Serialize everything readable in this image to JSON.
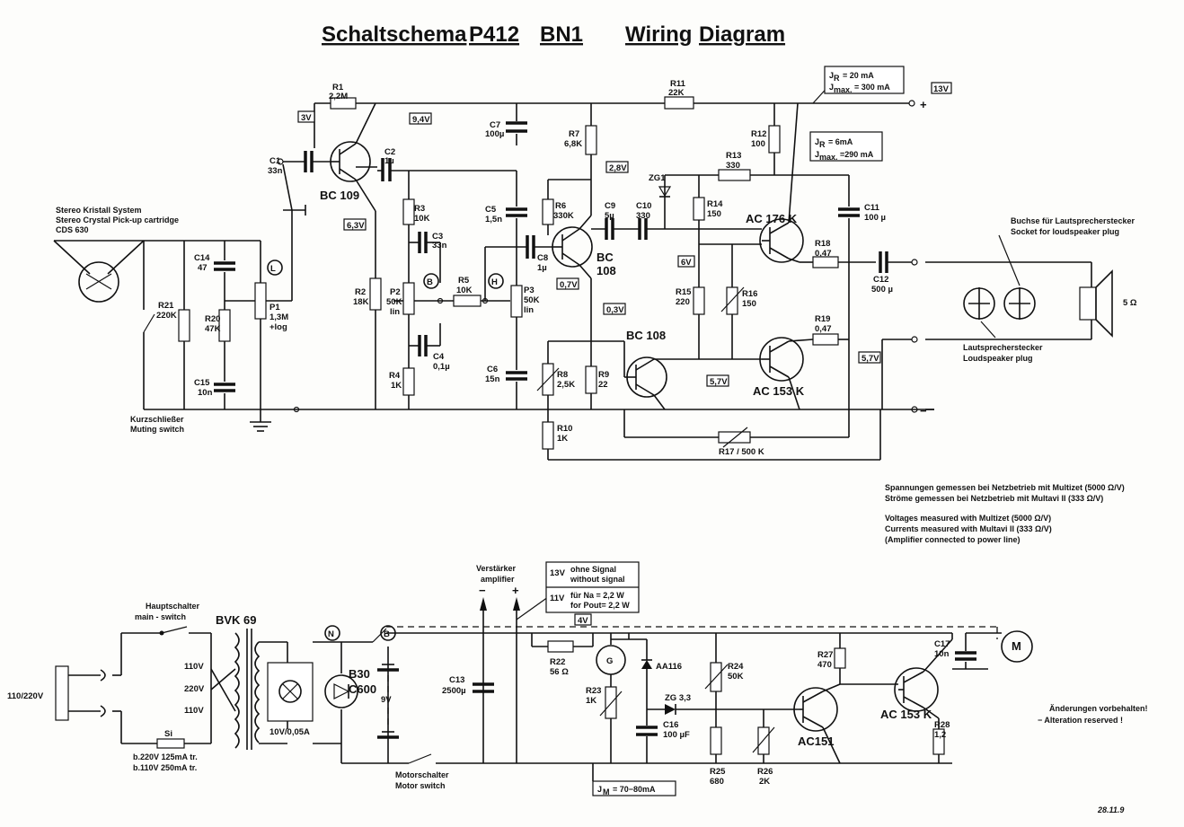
{
  "title": {
    "part1": "Schaltschema",
    "part2": "P412",
    "part3": "BN1",
    "part4": "Wiring",
    "part5": "Diagram"
  },
  "power_note": {
    "jr": "J",
    "jr_sub": "R",
    "jr_val": "= 20 mA",
    "jmax": "J",
    "jmax_sub": "max.",
    "jmax_val": "= 300 mA",
    "supply": "13V",
    "plus": "+"
  },
  "out_note": {
    "jr": "J",
    "jr_sub": "R",
    "jr_val": "= 6mA",
    "jmax": "J",
    "jmax_sub": "max.",
    "jmax_val": "=290 mA"
  },
  "cartridge": {
    "line1": "Stereo Kristall System",
    "line2": "Stereo Crystal Pick-up cartridge",
    "line3": "CDS 630"
  },
  "muting": {
    "line1": "Kurzschließer",
    "line2": "Muting switch"
  },
  "loudspeaker": {
    "socket1": "Buchse für Lautsprecherstecker",
    "socket2": "Socket for loudspeaker plug",
    "plug1": "Lautsprecherstecker",
    "plug2": "Loudspeaker plug",
    "imp": "5 Ω"
  },
  "measure_note": {
    "l1": "Spannungen gemessen bei Netzbetrieb mit Multizet (5000 Ω/V)",
    "l2": "Ströme   gemessen  bei Netzbetrieb mit Multavi II (333 Ω/V)",
    "l3": "Voltages measured with  Multizet (5000 Ω/V)",
    "l4": "Currents measured with  Multavi II (333 Ω/V)",
    "l5": "(Amplifier connected to power line)"
  },
  "amp_label": {
    "l1": "Verstärker",
    "l2": "amplifier",
    "minus": "−",
    "plus": "+"
  },
  "signal_box": {
    "v1": "13V",
    "t1": "ohne Signal",
    "t1b": "without signal",
    "v2": "11V",
    "t2": "für Na = 2,2 W",
    "t2b": "for Pout= 2,2 W"
  },
  "mains": {
    "main1": "Hauptschalter",
    "main2": "main - switch",
    "bvk": "BVK 69",
    "input": "110/220V",
    "t110a": "110V",
    "t220": "220V",
    "t110b": "110V",
    "fuse": "Si",
    "fuse1": "b.220V 125mA tr.",
    "fuse2": "b.110V 250mA tr.",
    "lamp": "10V/0,05A",
    "rect1": "B30",
    "rect2": "C600",
    "batt": "9V",
    "n": "N",
    "b": "B",
    "motor_sw1": "Motorschalter",
    "motor_sw2": "Motor switch",
    "jm": "J",
    "jm_sub": "M",
    "jm_val": "= 70−80mA",
    "m": "M",
    "g": "G"
  },
  "reserved": {
    "l1": "Änderungen vorbehalten!",
    "l2": "−  Alteration reserved !"
  },
  "signature": "28.11.9",
  "volt_boxes": {
    "v3": "3V",
    "v94": "9,4V",
    "v63": "6,3V",
    "v28": "2,8V",
    "v07": "0,7V",
    "v03": "0,3V",
    "v6": "6V",
    "v57a": "5,7V",
    "v57b": "5,7V",
    "v4": "4V"
  },
  "markers": {
    "L": "L",
    "B": "B",
    "H": "H"
  },
  "components": {
    "R1": [
      "R1",
      "2,2M"
    ],
    "C1": [
      "C1",
      "33n"
    ],
    "T1": [
      "BC 109"
    ],
    "C2": [
      "C2",
      "1µ"
    ],
    "C7": [
      "C7",
      "100µ"
    ],
    "R7": [
      "R7",
      "6,8K"
    ],
    "R11": [
      "R11",
      "22K"
    ],
    "R12": [
      "R12",
      "100"
    ],
    "R3": [
      "R3",
      "10K"
    ],
    "C3": [
      "C3",
      "33n"
    ],
    "C5": [
      "C5",
      "1,5n"
    ],
    "R6": [
      "R6",
      "330K"
    ],
    "C9": [
      "C9",
      "5µ"
    ],
    "C10": [
      "C10",
      "330"
    ],
    "ZG1": [
      "ZG1"
    ],
    "R13": [
      "R13",
      "330"
    ],
    "R14": [
      "R14",
      "150"
    ],
    "T_AC176": [
      "AC 176 K"
    ],
    "C11": [
      "C11",
      "100 µ"
    ],
    "C14": [
      "C14",
      "47"
    ],
    "R21": [
      "R21",
      "220K"
    ],
    "R20": [
      "R20",
      "47K"
    ],
    "C15": [
      "C15",
      "10n"
    ],
    "P1": [
      "P1",
      "1,3M",
      "+log"
    ],
    "R2": [
      "R2",
      "18K"
    ],
    "P2": [
      "P2",
      "50K",
      "lin"
    ],
    "R5": [
      "R5",
      "10K"
    ],
    "P3": [
      "P3",
      "50K",
      "lin"
    ],
    "C8": [
      "C8",
      "1µ"
    ],
    "T2": [
      "BC",
      "108"
    ],
    "R15": [
      "R15",
      "220"
    ],
    "R16": [
      "R16",
      "150"
    ],
    "R18": [
      "R18",
      "0,47"
    ],
    "C12": [
      "C12",
      "500 µ"
    ],
    "R19": [
      "R19",
      "0,47"
    ],
    "T3": [
      "BC 108"
    ],
    "T_AC153": [
      "AC 153 K"
    ],
    "R4": [
      "R4",
      "1K"
    ],
    "C4": [
      "C4",
      "0,1µ"
    ],
    "C6": [
      "C6",
      "15n"
    ],
    "R8": [
      "R8",
      "2,5K"
    ],
    "R9": [
      "R9",
      "22"
    ],
    "R10": [
      "R10",
      "1K"
    ],
    "R17": [
      "R17 / 500 K"
    ],
    "R22": [
      "R22",
      "56 Ω"
    ],
    "C13": [
      "C13",
      "2500µ"
    ],
    "AA116": [
      "AA116"
    ],
    "R24": [
      "R24",
      "50K"
    ],
    "R27": [
      "R27",
      "470"
    ],
    "C17": [
      "C17",
      "10n"
    ],
    "R23": [
      "R23",
      "1K"
    ],
    "C16": [
      "C16",
      "100 µF"
    ],
    "ZG33": [
      "ZG 3,3"
    ],
    "R25": [
      "R25",
      "680"
    ],
    "R26": [
      "R26",
      "2K"
    ],
    "AC151": [
      "AC151"
    ],
    "AC153b": [
      "AC 153 K"
    ],
    "R28": [
      "R28",
      "1,2"
    ]
  }
}
